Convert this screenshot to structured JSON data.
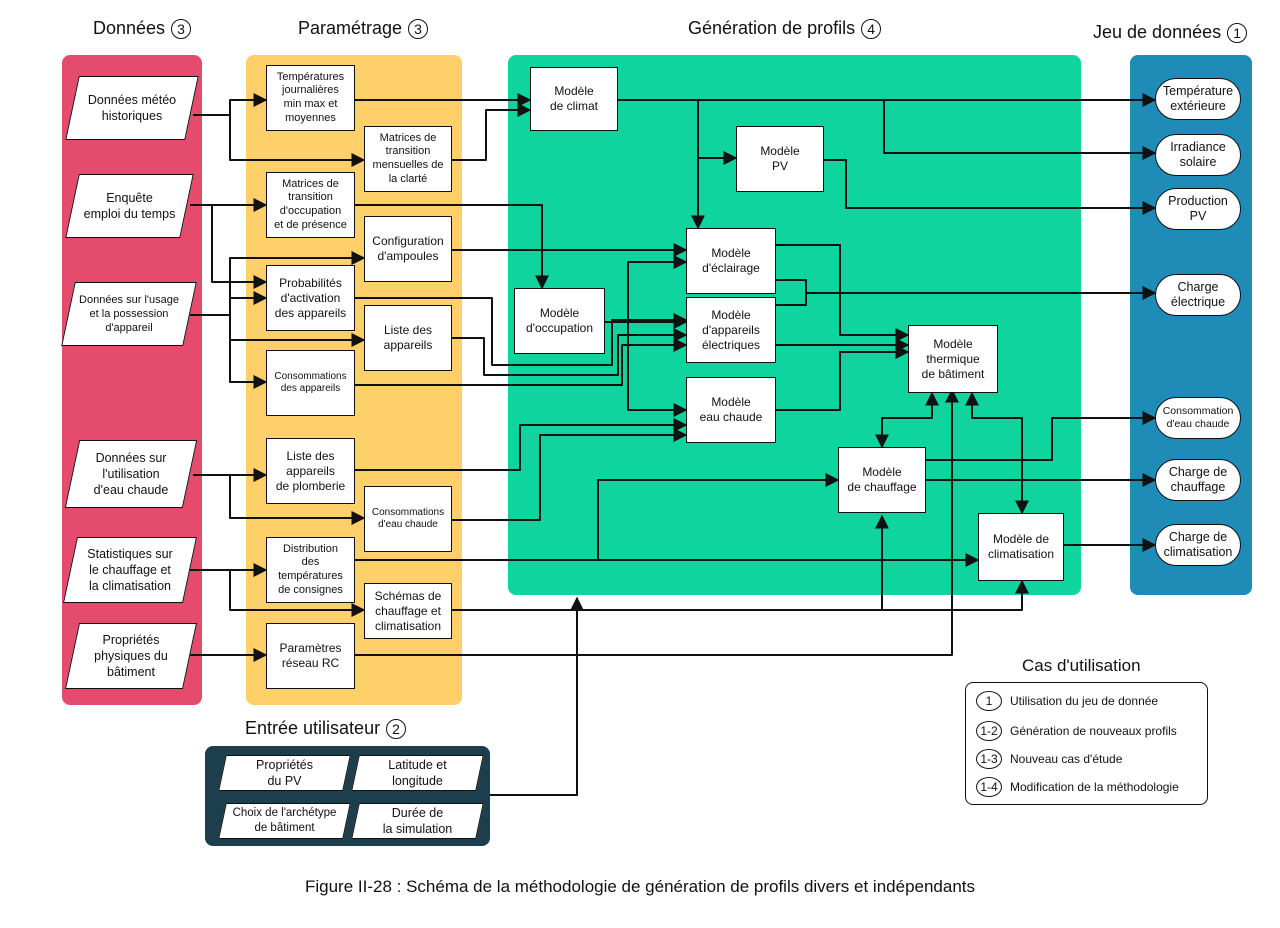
{
  "headings": {
    "donnees": "Données",
    "donnees_num": "3",
    "parametrage": "Paramétrage",
    "parametrage_num": "3",
    "generation": "Génération de profils",
    "generation_num": "4",
    "jeu": "Jeu de données",
    "jeu_num": "1",
    "entree": "Entrée utilisateur",
    "entree_num": "2"
  },
  "donnees": [
    "Données météo\nhistoriques",
    "Enquête\nemploi du temps",
    "Données sur l'usage\net la possession\nd'appareil",
    "Données sur\nl'utilisation\nd'eau chaude",
    "Statistiques sur\nle chauffage et\nla climatisation",
    "Propriétés\nphysiques du\nbâtiment"
  ],
  "parametrage": {
    "temperatures": "Températures\njournalières\nmin max et\nmoyennes",
    "matrices_clarte": "Matrices de\ntransition\nmensuelles de\nla clarté",
    "matrices_occupation": "Matrices de\ntransition\nd'occupation\net de présence",
    "config_ampoules": "Configuration\nd'ampoules",
    "probabilites": "Probabilités\nd'activation\ndes appareils",
    "liste_appareils": "Liste des\nappareils",
    "consommations_appareils": "Consommations\ndes appareils",
    "liste_plomberie": "Liste des\nappareils\nde plomberie",
    "consommations_eau": "Consommations\nd'eau chaude",
    "distribution_temp": "Distribution\ndes\ntempératures\nde consignes",
    "schemas": "Schémas de\nchauffage et\nclimatisation",
    "parametres_rc": "Paramètres\nréseau RC"
  },
  "modeles": {
    "climat": "Modèle\nde climat",
    "pv": "Modèle\nPV",
    "eclairage": "Modèle\nd'éclairage",
    "occupation": "Modèle\nd'occupation",
    "appareils": "Modèle\nd'appareils\nélectriques",
    "thermique": "Modèle\nthermique\nde bâtiment",
    "eau_chaude": "Modèle\neau chaude",
    "chauffage": "Modèle\nde chauffage",
    "climatisation": "Modèle de\nclimatisation"
  },
  "jeu": [
    "Température\nextérieure",
    "Irradiance\nsolaire",
    "Production\nPV",
    "Charge\nélectrique",
    "Consommation\nd'eau chaude",
    "Charge de\nchauffage",
    "Charge de\nclimatisation"
  ],
  "entree": [
    "Propriétés\ndu PV",
    "Latitude et\nlongitude",
    "Choix de l'archétype\nde bâtiment",
    "Durée de\nla simulation"
  ],
  "legend": {
    "title": "Cas d'utilisation",
    "rows": [
      {
        "tag": "1",
        "label": "Utilisation du jeu de donnée"
      },
      {
        "tag": "1-2",
        "label": "Génération de nouveaux profils"
      },
      {
        "tag": "1-3",
        "label": "Nouveau cas d'étude"
      },
      {
        "tag": "1-4",
        "label": "Modification de la méthodologie"
      }
    ]
  },
  "caption": "Figure II-28 : Schéma de la méthodologie de génération de profils divers et indépendants",
  "colors": {
    "donnees": "#e54b6c",
    "parametrage": "#ffd06a",
    "generation": "#0fd49e",
    "jeu": "#1f8bb7",
    "entree": "#1c3e4d"
  }
}
